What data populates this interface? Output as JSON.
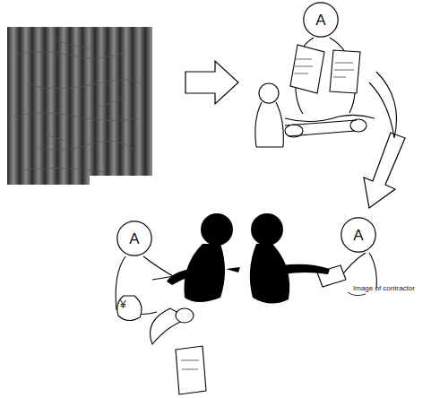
{
  "diagram": {
    "nodes": [
      {
        "text": [
          "A"
        ]
      },
      {
        "text": [
          "A"
        ]
      },
      {
        "text": [
          "A"
        ]
      }
    ],
    "labels": [
      "¥",
      "Image of contractor"
    ]
  }
}
